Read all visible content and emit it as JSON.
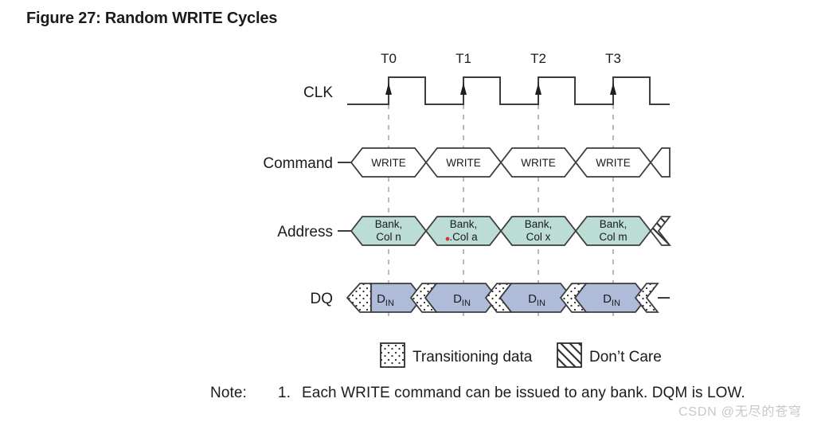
{
  "figure": {
    "title": "Figure 27: Random WRITE Cycles"
  },
  "timing": {
    "clock_labels": [
      "T0",
      "T1",
      "T2",
      "T3"
    ],
    "row_labels": {
      "clk": "CLK",
      "command": "Command",
      "address": "Address",
      "dq": "DQ"
    },
    "command_cells": [
      "WRITE",
      "WRITE",
      "WRITE",
      "WRITE"
    ],
    "address_cells": [
      {
        "line1": "Bank,",
        "line2": "Col n"
      },
      {
        "line1": "Bank,",
        "line2": ".Col a"
      },
      {
        "line1": "Bank,",
        "line2": "Col x"
      },
      {
        "line1": "Bank,",
        "line2": "Col m"
      }
    ],
    "dq_cells": [
      {
        "base": "D",
        "sub": "IN"
      },
      {
        "base": "D",
        "sub": "IN"
      },
      {
        "base": "D",
        "sub": "IN"
      },
      {
        "base": "D",
        "sub": "IN"
      }
    ]
  },
  "legend": {
    "items": [
      {
        "swatch": "dotted-swatch-icon",
        "label": "Transitioning data"
      },
      {
        "swatch": "hatched-swatch-icon",
        "label": "Don’t Care"
      }
    ]
  },
  "note": {
    "label": "Note:",
    "number": "1.",
    "text": "Each WRITE command can be issued to any bank. DQM is LOW."
  },
  "watermark": {
    "text": "CSDN @无尽的苍穹"
  },
  "colors": {
    "address_fill": "#bcdcd6",
    "dq_fill": "#aebbd9",
    "stroke": "#3c3c3c",
    "guide": "#9a9a9a",
    "background": "#ffffff",
    "watermark": "#c8c8c8"
  }
}
